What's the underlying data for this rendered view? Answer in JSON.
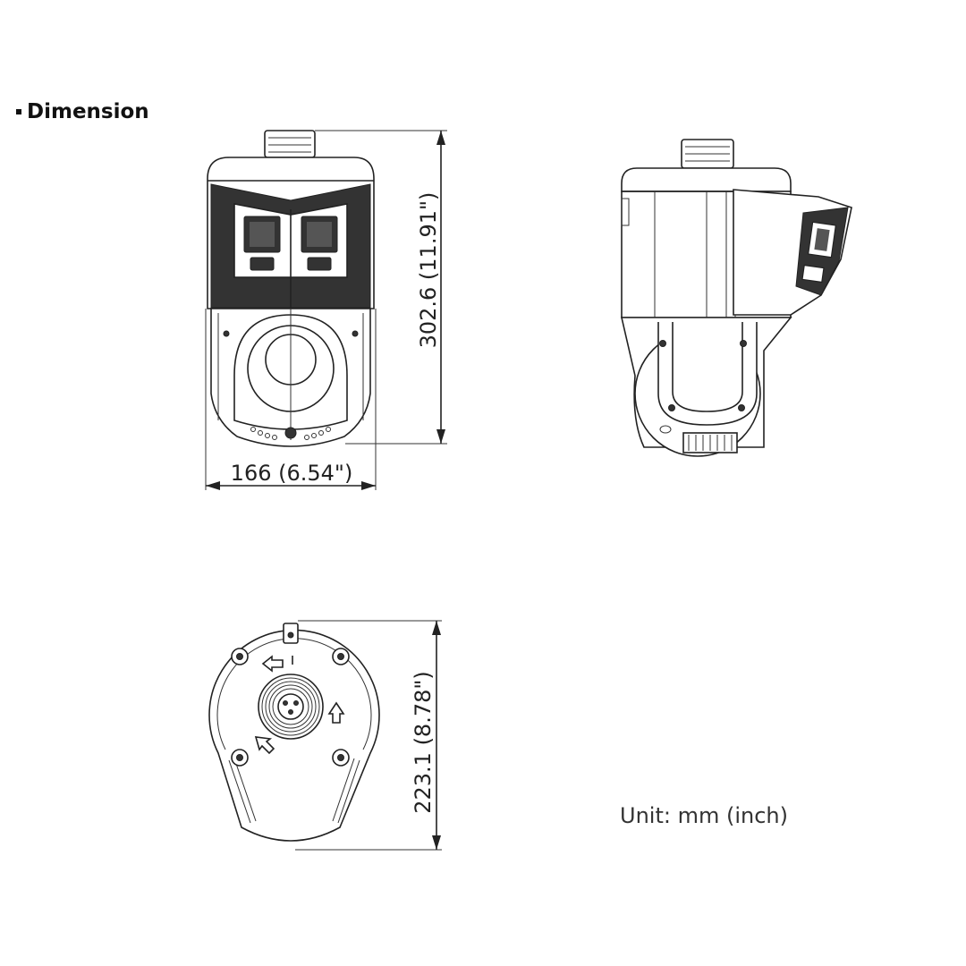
{
  "header": {
    "title": "Dimension"
  },
  "dimensions": {
    "front_height": "302.6 (11.91\")",
    "front_width": "166 (6.54\")",
    "bottom_height": "223.1 (8.78\")"
  },
  "unit_note": "Unit: mm (inch)",
  "icons": [
    "bullet-icon",
    "arrow-icon"
  ],
  "colors": {
    "line": "#222222",
    "background": "#ffffff"
  }
}
